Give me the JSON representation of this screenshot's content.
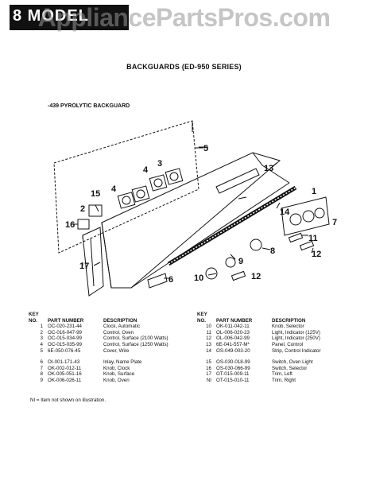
{
  "header": {
    "label": "8 MODEL",
    "watermark": "AppliancePartsPros.com"
  },
  "title": "BACKGUARDS (ED-950 SERIES)",
  "subtitle": "-439 PYROLYTIC BACKGUARD",
  "callouts": [
    "1",
    "2",
    "3",
    "4",
    "4",
    "5",
    "6",
    "7",
    "8",
    "9",
    "10",
    "11",
    "12",
    "12",
    "13",
    "14",
    "15",
    "16",
    "17"
  ],
  "legend": {
    "key_label": "KEY",
    "headers": {
      "no": "NO.",
      "part": "PART NUMBER",
      "desc": "DESCRIPTION"
    },
    "left": [
      {
        "no": "1",
        "part": "OC-020-231-44",
        "desc": "Clock, Automatic"
      },
      {
        "no": "2",
        "part": "OC-016-047-99",
        "desc": "Control, Oven"
      },
      {
        "no": "3",
        "part": "OC-015-034-99",
        "desc": "Control, Surface (2100 Watts)"
      },
      {
        "no": "4",
        "part": "OC-015-035-99",
        "desc": "Control, Surface (1250 Watts)"
      },
      {
        "no": "5",
        "part": "6E-050-076-45",
        "desc": "Cover, Wire"
      },
      {
        "no": "6",
        "part": "OI-001-171-43",
        "desc": "Inlay, Name Plate"
      },
      {
        "no": "7",
        "part": "OK-002-012-11",
        "desc": "Knob, Clock"
      },
      {
        "no": "8",
        "part": "OK-005-051-16",
        "desc": "Knob, Surface"
      },
      {
        "no": "9",
        "part": "OK-006-026-11",
        "desc": "Knob, Oven"
      }
    ],
    "right": [
      {
        "no": "10",
        "part": "OK-011-042-11",
        "desc": "Knob, Selector"
      },
      {
        "no": "11",
        "part": "OL-006-020-23",
        "desc": "Light, Indicator (125V)"
      },
      {
        "no": "12",
        "part": "OL-006-042-99",
        "desc": "Light, Indicator (250V)"
      },
      {
        "no": "13",
        "part": "6E-041-557-M*",
        "desc": "Panel, Control"
      },
      {
        "no": "14",
        "part": "OS-049-003-20",
        "desc": "Strip, Control Indicator"
      },
      {
        "no": "15",
        "part": "OS-030-018-99",
        "desc": "Switch, Oven Light"
      },
      {
        "no": "16",
        "part": "OS-030-066-99",
        "desc": "Switch, Selector"
      },
      {
        "no": "17",
        "part": "OT-015-009-11",
        "desc": "Trim, Left"
      },
      {
        "no": "NI",
        "part": "OT-015-010-11",
        "desc": "Trim, Right"
      }
    ]
  },
  "footnote": "NI = Item not shown on illustration."
}
